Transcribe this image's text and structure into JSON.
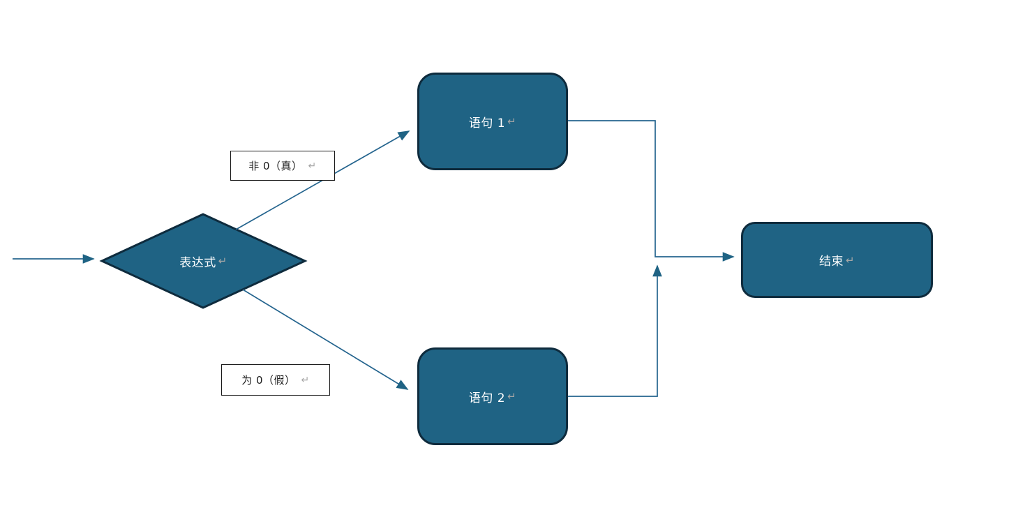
{
  "marks": {
    "return": "↵"
  },
  "colors": {
    "shape_fill": "#1F6384",
    "shape_border": "#0E2B3D",
    "connector_line": "#24648E",
    "arrowhead": "#1F6384",
    "label_background": "#FFFFFF",
    "label_border": "#1A1A1A",
    "label_text": "#1A1A1A",
    "shape_text": "#FFFFFF",
    "return_mark": "#A6A6A6"
  },
  "nodes": {
    "decision": {
      "label": "表达式"
    },
    "statement1": {
      "label": "语句 1"
    },
    "statement2": {
      "label": "语句 2"
    },
    "end": {
      "label": "结束"
    },
    "branch_true": {
      "label": "非 0（真）"
    },
    "branch_false": {
      "label": "为 0（假）"
    }
  }
}
